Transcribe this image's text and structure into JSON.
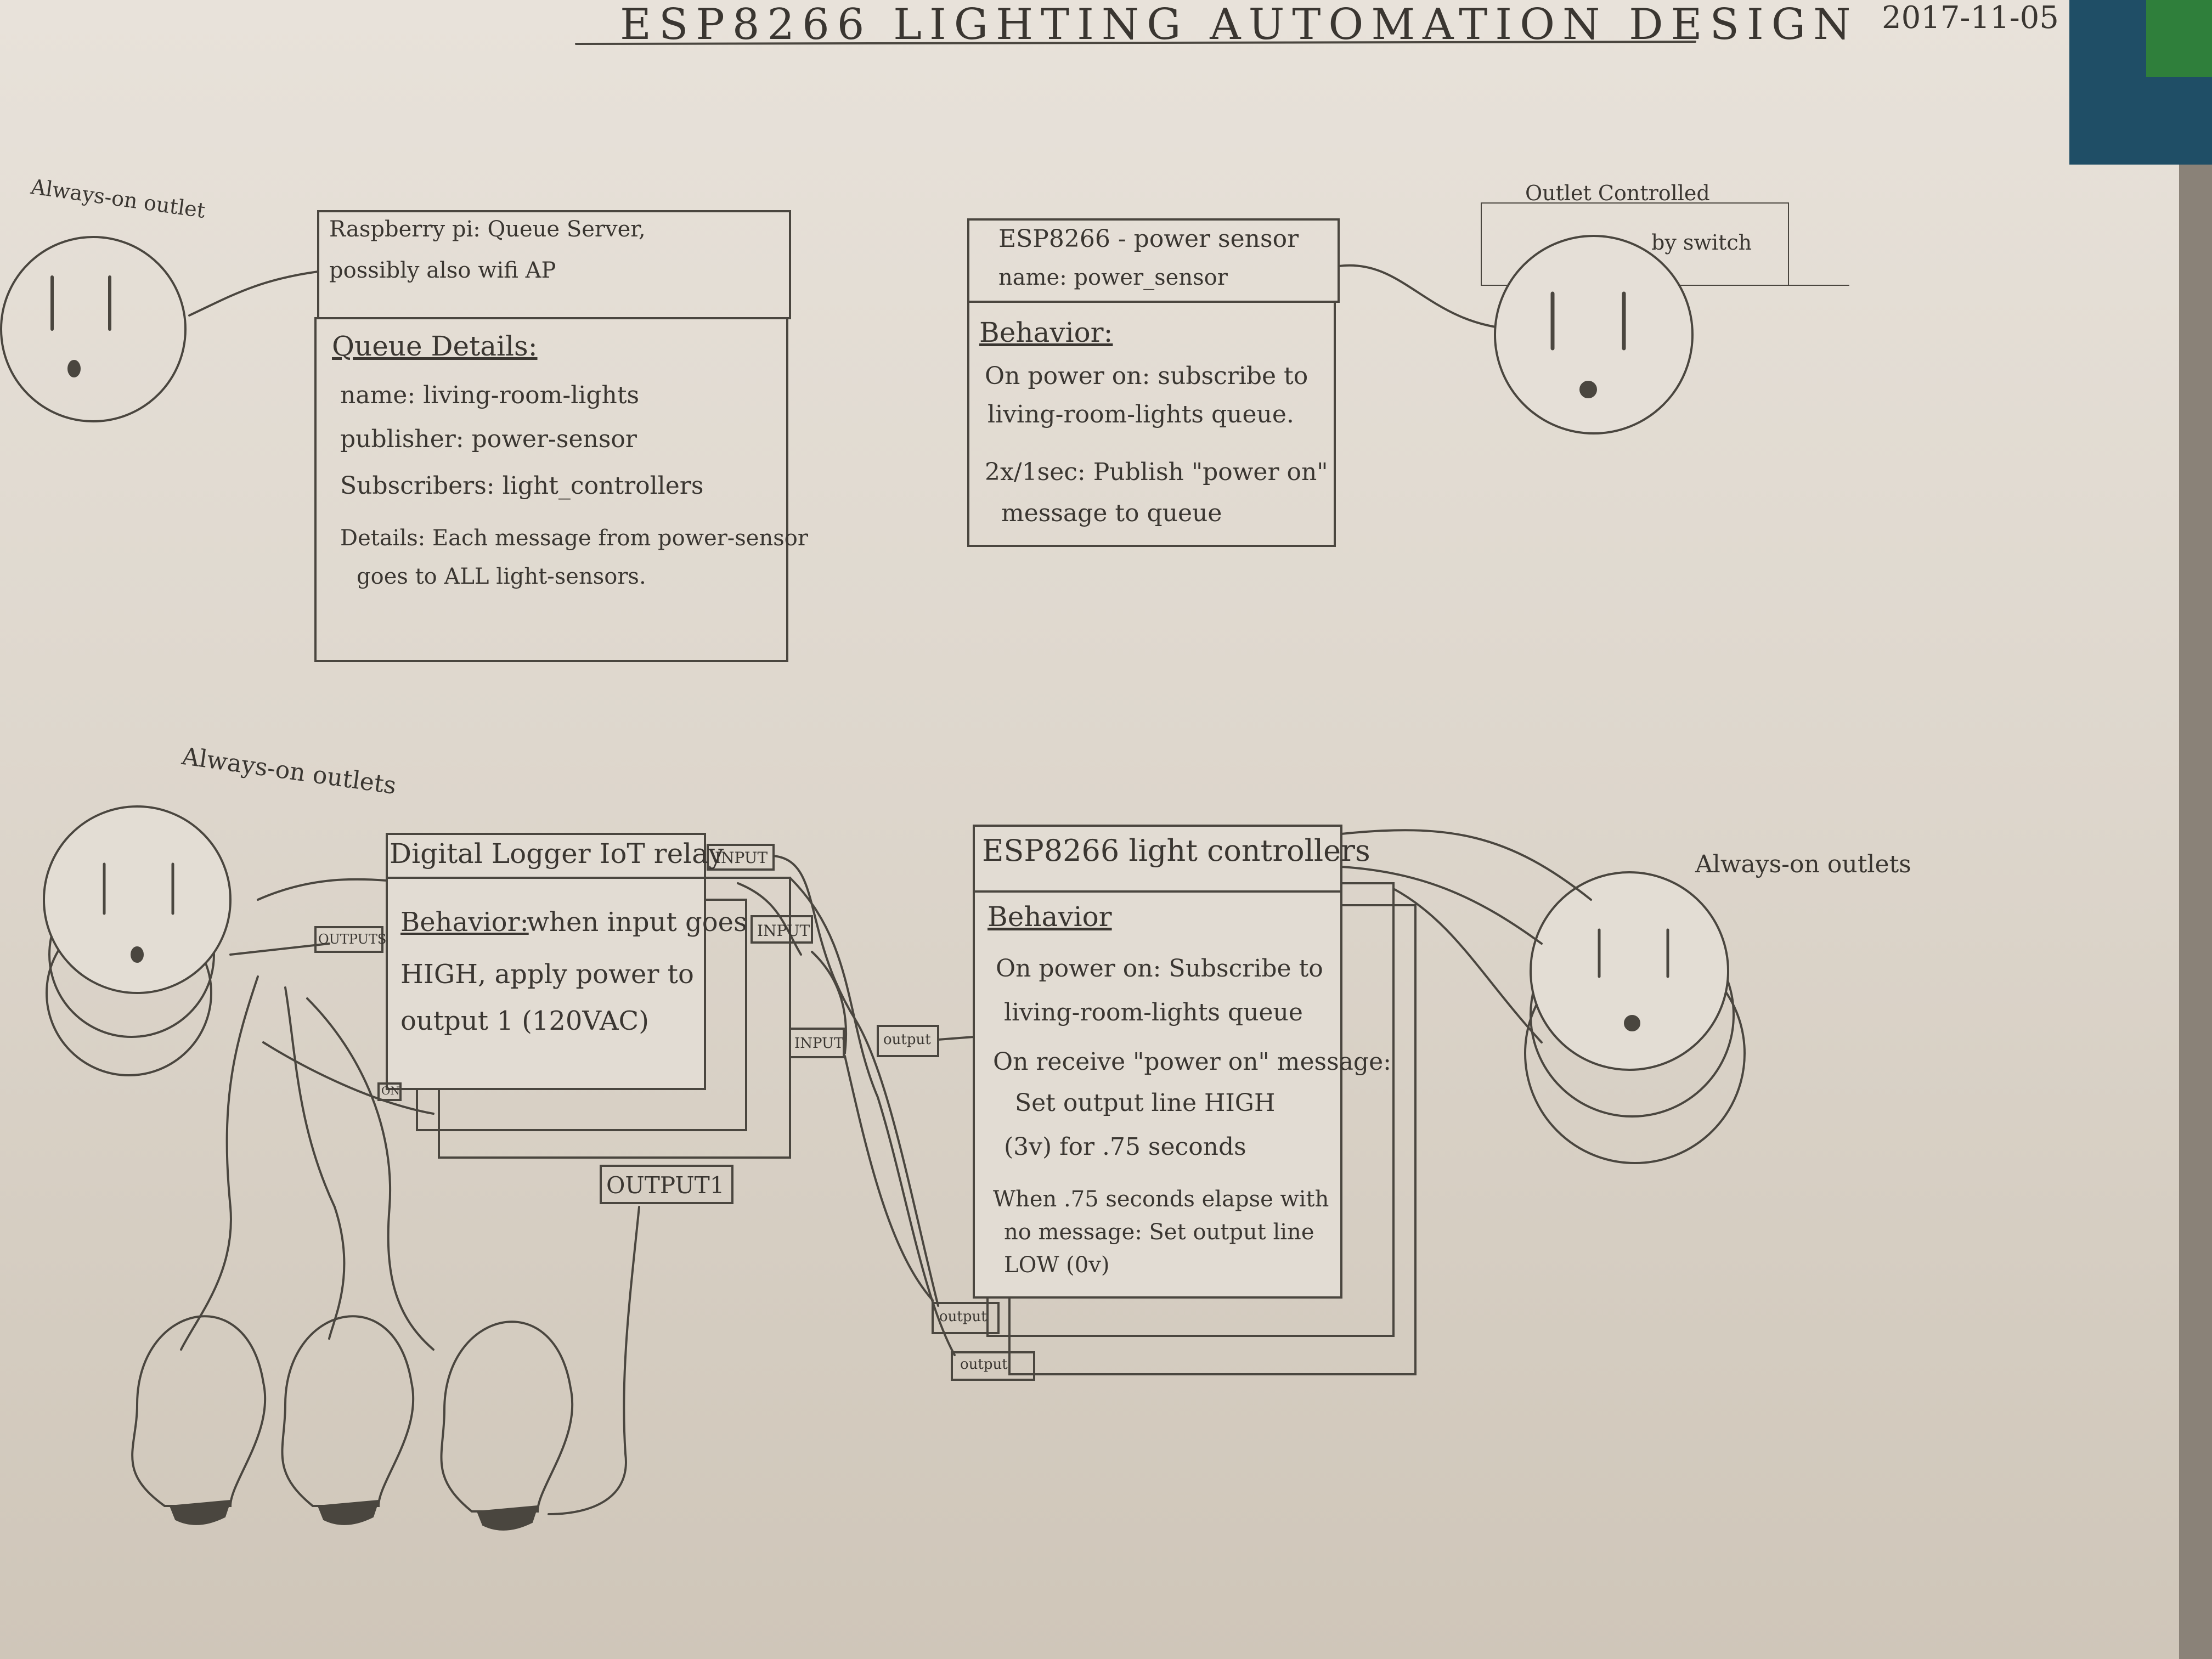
{
  "title": "ESP8266 LIGHTING AUTOMATION DESIGN",
  "date": "2017-11-05",
  "outlets": {
    "top_left_label": "Always-on outlet",
    "top_right_label_1": "Outlet Controlled",
    "top_right_label_2": "by switch",
    "bottom_left_label": "Always-on outlets",
    "bottom_right_label": "Always-on outlets"
  },
  "raspberry_pi": {
    "header_1": "Raspberry pi: Queue Server,",
    "header_2": "possibly also wifi AP",
    "section_title": "Queue Details:",
    "line_1": "name: living-room-lights",
    "line_2": "publisher: power-sensor",
    "line_3": "Subscribers: light_controllers",
    "line_4": "Details: Each message from power-sensor",
    "line_5": "goes to ALL light-sensors."
  },
  "power_sensor": {
    "header_1": "ESP8266 - power sensor",
    "header_2": "name: power_sensor",
    "section_title": "Behavior:",
    "line_1": "On power on: subscribe to",
    "line_2": "living-room-lights queue.",
    "line_3": "2x/1sec: Publish \"power on\"",
    "line_4": "message to queue"
  },
  "relay": {
    "header": "Digital Logger IoT relay",
    "section_title": "Behavior:",
    "line_1": "when input goes",
    "line_2": "HIGH, apply power to",
    "line_3": "output 1 (120VAC)",
    "tag_input_1": "INPUT",
    "tag_input_2": "INPUT",
    "tag_input_3": "INPUT",
    "tag_outputs": "OUTPUTS",
    "tag_output1": "OUTPUT1",
    "tag_on": "ON"
  },
  "light_controllers": {
    "header": "ESP8266 light controllers",
    "section_title": "Behavior",
    "line_1": "On power on: Subscribe to",
    "line_2": "living-room-lights queue",
    "line_3": "On receive \"power on\" message:",
    "line_4": "Set output line HIGH",
    "line_5": "(3v) for .75 seconds",
    "line_6": "When .75 seconds elapse with",
    "line_7": "no message: Set output line",
    "line_8": "LOW (0v)",
    "tag_output_1": "output",
    "tag_output_2": "output",
    "tag_output_3": "output"
  },
  "colors": {
    "ink": "#3a3631",
    "paper": "#e5dfd7"
  }
}
